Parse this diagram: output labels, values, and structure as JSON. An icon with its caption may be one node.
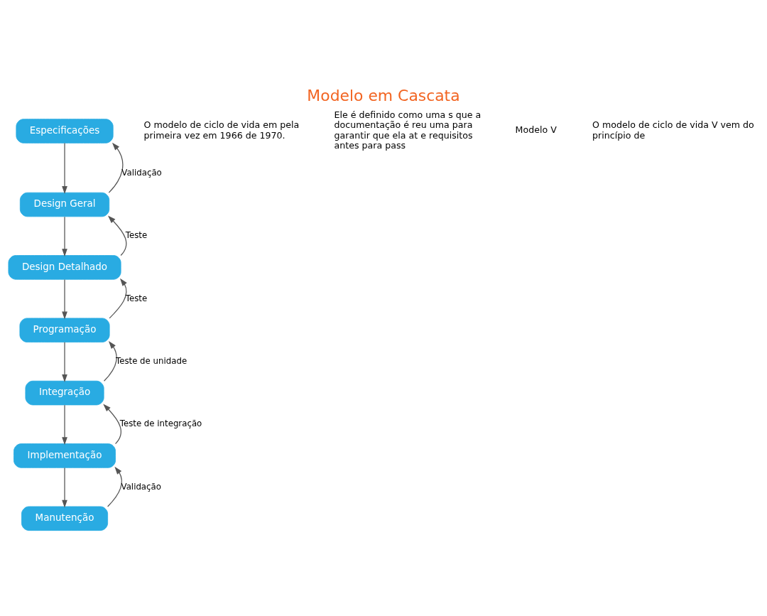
{
  "diagram": {
    "title": "Modelo em Cascata",
    "nodes": [
      {
        "text": [
          "Especificações"
        ]
      },
      {
        "text": [
          "Design Geral"
        ]
      },
      {
        "text": [
          "Design Detalhado"
        ]
      },
      {
        "text": [
          "Programação"
        ]
      },
      {
        "text": [
          "Integração"
        ]
      },
      {
        "text": [
          "Implementação"
        ]
      },
      {
        "text": [
          "Manutenção"
        ]
      }
    ],
    "edges": [
      {
        "from": 0,
        "to": 1,
        "arrow": "to"
      },
      {
        "from": 1,
        "to": 0,
        "arrow": "to",
        "label": "Validação"
      },
      {
        "from": 1,
        "to": 2,
        "arrow": "to"
      },
      {
        "from": 2,
        "to": 1,
        "arrow": "to",
        "label": "Teste"
      },
      {
        "from": 2,
        "to": 3,
        "arrow": "to"
      },
      {
        "from": 3,
        "to": 2,
        "arrow": "to",
        "label": "Teste"
      },
      {
        "from": 3,
        "to": 4,
        "arrow": "to"
      },
      {
        "from": 4,
        "to": 3,
        "arrow": "to",
        "label": "Teste de unidade"
      },
      {
        "from": 4,
        "to": 5,
        "arrow": "to"
      },
      {
        "from": 5,
        "to": 4,
        "arrow": "to",
        "label": "Teste de integração"
      },
      {
        "from": 5,
        "to": 6,
        "arrow": "to"
      },
      {
        "from": 6,
        "to": 5,
        "arrow": "to",
        "label": "Validação"
      }
    ],
    "labels": [
      "O modelo de ciclo de vida em pela primeira vez em 1966 de 1970.",
      "Ele é definido como uma s que a documentação é reu uma para garantir que ela at e requisitos antes para pass",
      "Modelo V",
      "O modelo de ciclo de vida V vem do princípio de"
    ]
  }
}
